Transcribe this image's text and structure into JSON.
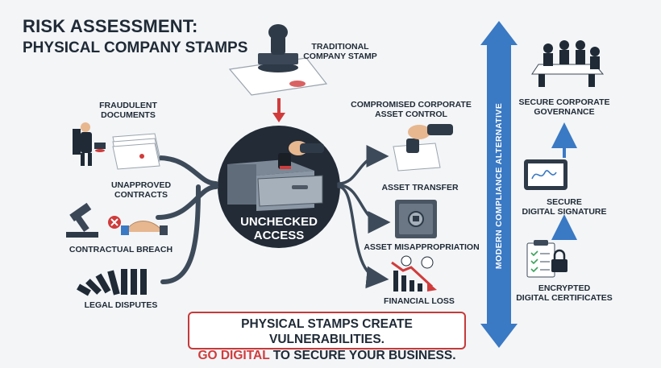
{
  "title": {
    "line1": "RISK ASSESSMENT:",
    "line2": "PHYSICAL COMPANY STAMPS"
  },
  "stamp": {
    "label_1": "TRADITIONAL",
    "label_2": "COMPANY STAMP"
  },
  "center": {
    "label_1": "UNCHECKED",
    "label_2": "ACCESS"
  },
  "left_risks": [
    {
      "line1": "FRAUDULENT",
      "line2": "DOCUMENTS"
    },
    {
      "line1": "UNAPPROVED",
      "line2": "CONTRACTS"
    },
    {
      "line1": "CONTRACTUAL BREACH",
      "line2": ""
    },
    {
      "line1": "LEGAL DISPUTES",
      "line2": ""
    }
  ],
  "right_risks": [
    {
      "line1": "COMPROMISED CORPORATE",
      "line2": "ASSET CONTROL"
    },
    {
      "line1": "ASSET TRANSFER",
      "line2": ""
    },
    {
      "line1": "ASSET MISAPPROPRIATION",
      "line2": ""
    },
    {
      "line1": "FINANCIAL LOSS",
      "line2": ""
    }
  ],
  "alternative": {
    "axis_label": "MODERN COMPLIANCE ALTERNATIVE",
    "steps": [
      {
        "line1": "SECURE CORPORATE",
        "line2": "GOVERNANCE"
      },
      {
        "line1": "SECURE",
        "line2": "DIGITAL SIGNATURE"
      },
      {
        "line1": "ENCRYPTED",
        "line2": "DIGITAL CERTIFICATES"
      }
    ]
  },
  "callout": {
    "line1": "PHYSICAL STAMPS CREATE VULNERABILITIES.",
    "accent": "GO DIGITAL",
    "line2_rest": " TO SECURE YOUR BUSINESS."
  },
  "colors": {
    "dark": "#1f2a36",
    "accent_red": "#d13b3b",
    "accent_blue": "#3a79c4",
    "connector": "#3d4a59"
  }
}
